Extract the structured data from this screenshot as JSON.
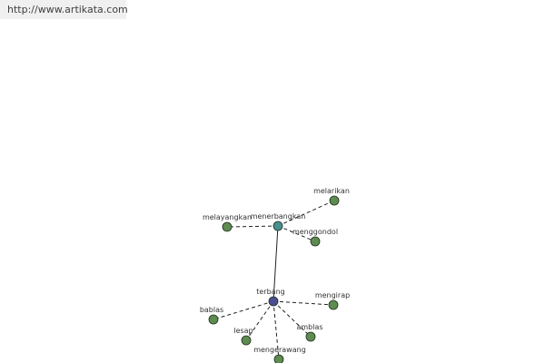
{
  "watermark": {
    "text": "http://www.artikata.com"
  },
  "colors": {
    "leaf_node": "#5e8b4f",
    "hub_node_menerbangkan": "#4a8f8f",
    "root_node_terbang": "#4a4f8f",
    "edge": "#222222",
    "label": "#333333"
  },
  "graph": {
    "nodes": [
      {
        "id": "terbang",
        "label": "terbang",
        "kind": "root"
      },
      {
        "id": "menerbangkan",
        "label": "menerbangkan",
        "kind": "hub"
      },
      {
        "id": "melarikan",
        "label": "melarikan",
        "kind": "leaf"
      },
      {
        "id": "melayangkan",
        "label": "melayangkan",
        "kind": "leaf"
      },
      {
        "id": "menggondol",
        "label": "menggondol",
        "kind": "leaf"
      },
      {
        "id": "bablas",
        "label": "bablas",
        "kind": "leaf"
      },
      {
        "id": "mengirap",
        "label": "mengirap",
        "kind": "leaf"
      },
      {
        "id": "lesap",
        "label": "lesap",
        "kind": "leaf"
      },
      {
        "id": "amblas",
        "label": "amblas",
        "kind": "leaf"
      },
      {
        "id": "mengerawang",
        "label": "mengerawang",
        "kind": "leaf"
      }
    ],
    "edges": [
      {
        "from": "terbang",
        "to": "menerbangkan",
        "style": "solid"
      },
      {
        "from": "menerbangkan",
        "to": "melarikan",
        "style": "dashed"
      },
      {
        "from": "menerbangkan",
        "to": "melayangkan",
        "style": "dashed"
      },
      {
        "from": "menerbangkan",
        "to": "menggondol",
        "style": "dashed"
      },
      {
        "from": "terbang",
        "to": "bablas",
        "style": "dashed"
      },
      {
        "from": "terbang",
        "to": "mengirap",
        "style": "dashed"
      },
      {
        "from": "terbang",
        "to": "lesap",
        "style": "dashed"
      },
      {
        "from": "terbang",
        "to": "amblas",
        "style": "dashed"
      },
      {
        "from": "terbang",
        "to": "mengerawang",
        "style": "dashed"
      }
    ]
  }
}
